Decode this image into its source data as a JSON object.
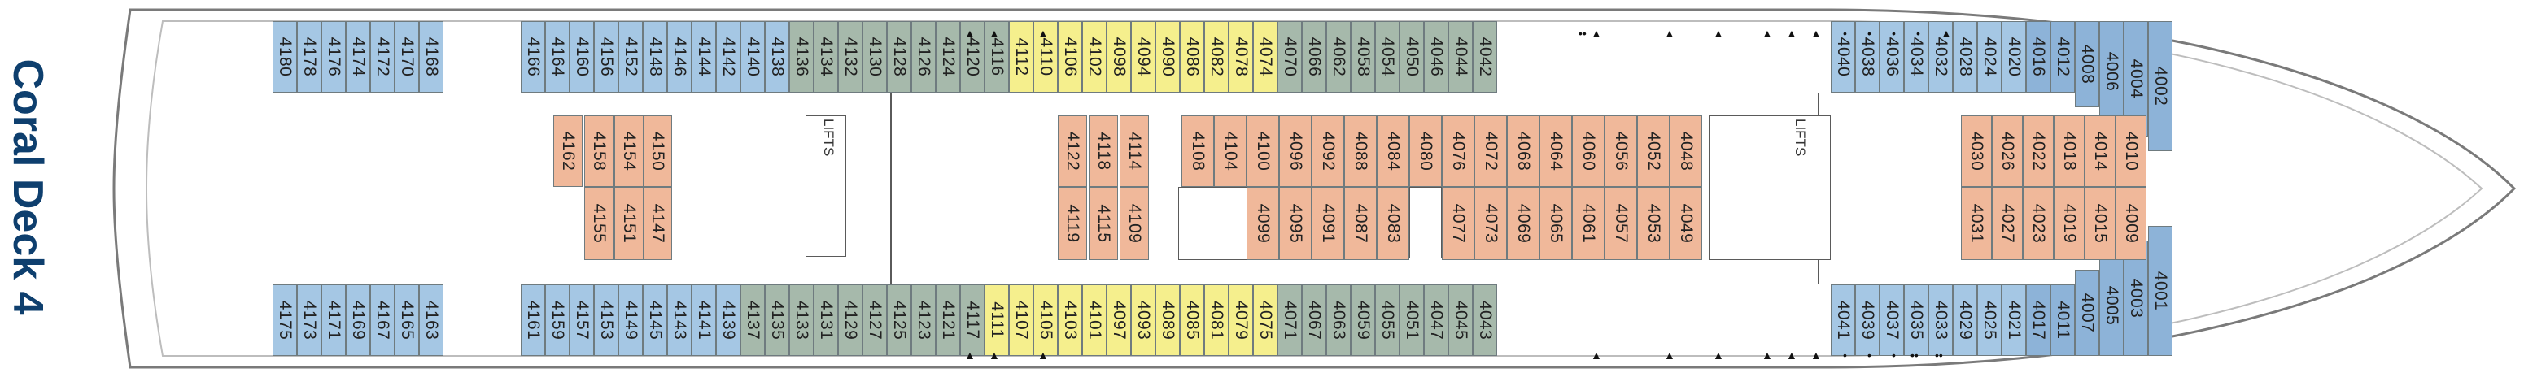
{
  "title": "Coral Deck 4",
  "lifts_label": "LIFTS",
  "colors": {
    "title": "#0e3f6e",
    "hull_outline": "#7a7a7a",
    "corridor": "#ffffff",
    "cabin_blue": "#a5c7e4",
    "cabin_green": "#a6b9ab",
    "cabin_yellow": "#f5ef8d",
    "cabin_salmon": "#f0b89a"
  },
  "symbols": {
    "triangle": "▲",
    "dot": "•",
    "double_dot": "••"
  },
  "rows": {
    "top_outer_aft": [
      "4180",
      "4178",
      "4176",
      "4174",
      "4172",
      "4170",
      "4168"
    ],
    "top_outer_mid": [
      "4166",
      "4164",
      "4160",
      "4156",
      "4152",
      "4148",
      "4146",
      "4144",
      "4142",
      "4140",
      "4138",
      "4136",
      "4134",
      "4132",
      "4130",
      "4128",
      "4126",
      "4124",
      "4120",
      "4116",
      "4112",
      "4110",
      "4106",
      "4102",
      "4098",
      "4094",
      "4090",
      "4086",
      "4082",
      "4078",
      "4074",
      "4070",
      "4066",
      "4062",
      "4058",
      "4054",
      "4050",
      "4046",
      "4044",
      "4042"
    ],
    "top_outer_fwd": [
      "4040",
      "4038",
      "4036",
      "4034",
      "4032",
      "4028",
      "4024",
      "4020",
      "4016",
      "4012",
      "4008",
      "4006",
      "4004",
      "4002"
    ],
    "inner_aft_top": [
      "4162",
      "4158",
      "4154",
      "4150"
    ],
    "inner_aft_bottom": [
      "4155",
      "4151",
      "4147"
    ],
    "inner_mid_a_top": [
      "4122",
      "4118",
      "4114"
    ],
    "inner_mid_a_bottom": [
      "4119",
      "4115",
      "4109"
    ],
    "inner_mid_b_top": [
      "4108",
      "4104",
      "4100",
      "4096",
      "4092",
      "4088",
      "4084",
      "4080",
      "4076",
      "4072",
      "4068",
      "4064",
      "4060",
      "4056",
      "4052",
      "4048"
    ],
    "inner_mid_b_bottom": [
      "4099",
      "4095",
      "4091",
      "4087",
      "4083",
      "4077",
      "4073",
      "4069",
      "4065",
      "4061",
      "4057",
      "4053",
      "4049"
    ],
    "inner_fwd_top": [
      "4030",
      "4026",
      "4022",
      "4018",
      "4014",
      "4010"
    ],
    "inner_fwd_bottom": [
      "4031",
      "4027",
      "4023",
      "4019",
      "4015",
      "4009"
    ],
    "bottom_outer_aft": [
      "4175",
      "4173",
      "4171",
      "4169",
      "4167",
      "4165",
      "4163"
    ],
    "bottom_outer_mid": [
      "4161",
      "4159",
      "4157",
      "4153",
      "4149",
      "4145",
      "4143",
      "4141",
      "4139",
      "4137",
      "4135",
      "4133",
      "4131",
      "4129",
      "4127",
      "4125",
      "4123",
      "4121",
      "4117",
      "4111",
      "4107",
      "4105",
      "4103",
      "4101",
      "4097",
      "4093",
      "4089",
      "4085",
      "4081",
      "4079",
      "4075",
      "4071",
      "4067",
      "4063",
      "4059",
      "4055",
      "4051",
      "4047",
      "4045",
      "4043"
    ],
    "bottom_outer_fwd": [
      "4041",
      "4039",
      "4037",
      "4035",
      "4033",
      "4029",
      "4025",
      "4021",
      "4017",
      "4011",
      "4007",
      "4005",
      "4003",
      "4001"
    ]
  }
}
